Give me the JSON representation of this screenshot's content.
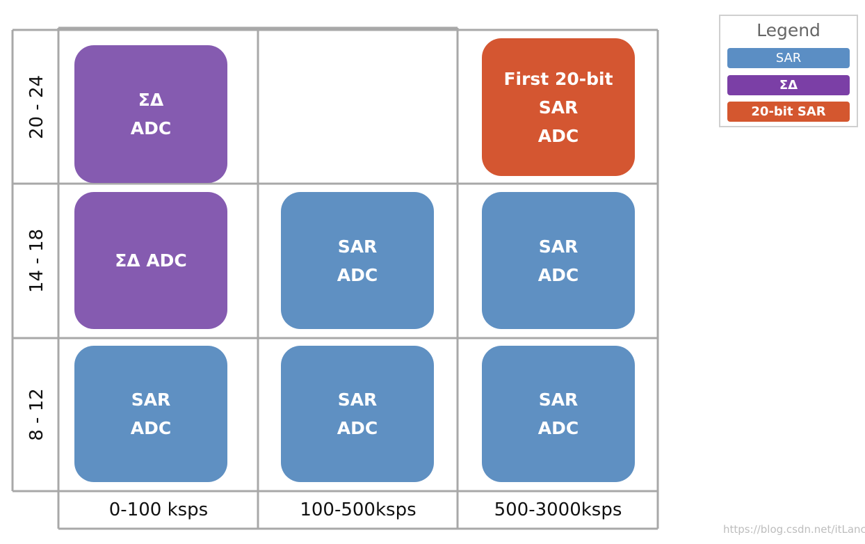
{
  "grid": {
    "rows": [
      "20 - 24",
      "14 - 18",
      "8 - 12"
    ],
    "columns": [
      "0-100 ksps",
      "100-500ksps",
      "500-3000ksps"
    ]
  },
  "cells": {
    "r0c0": "ΣΔ\nADC",
    "r0c2": "First 20-bit\nSAR\nADC",
    "r1c0": "ΣΔ  ADC",
    "r1c1": "SAR\nADC",
    "r1c2": "SAR\nADC",
    "r2c0": "SAR\nADC",
    "r2c1": "SAR\nADC",
    "r2c2": "SAR\nADC"
  },
  "legend": {
    "title": "Legend",
    "items": [
      {
        "label": "SAR",
        "color": "#5b8ec4"
      },
      {
        "label": "ΣΔ",
        "color": "#7b3fa6"
      },
      {
        "label": "20-bit SAR",
        "color": "#d4572f"
      }
    ]
  },
  "colors": {
    "sar": "#5f90c2",
    "sigma_delta": "#855bb0",
    "sar_20bit": "#d45631",
    "grid_line": "#a8a8a8"
  },
  "watermark": "https://blog.csdn.net/itLance"
}
